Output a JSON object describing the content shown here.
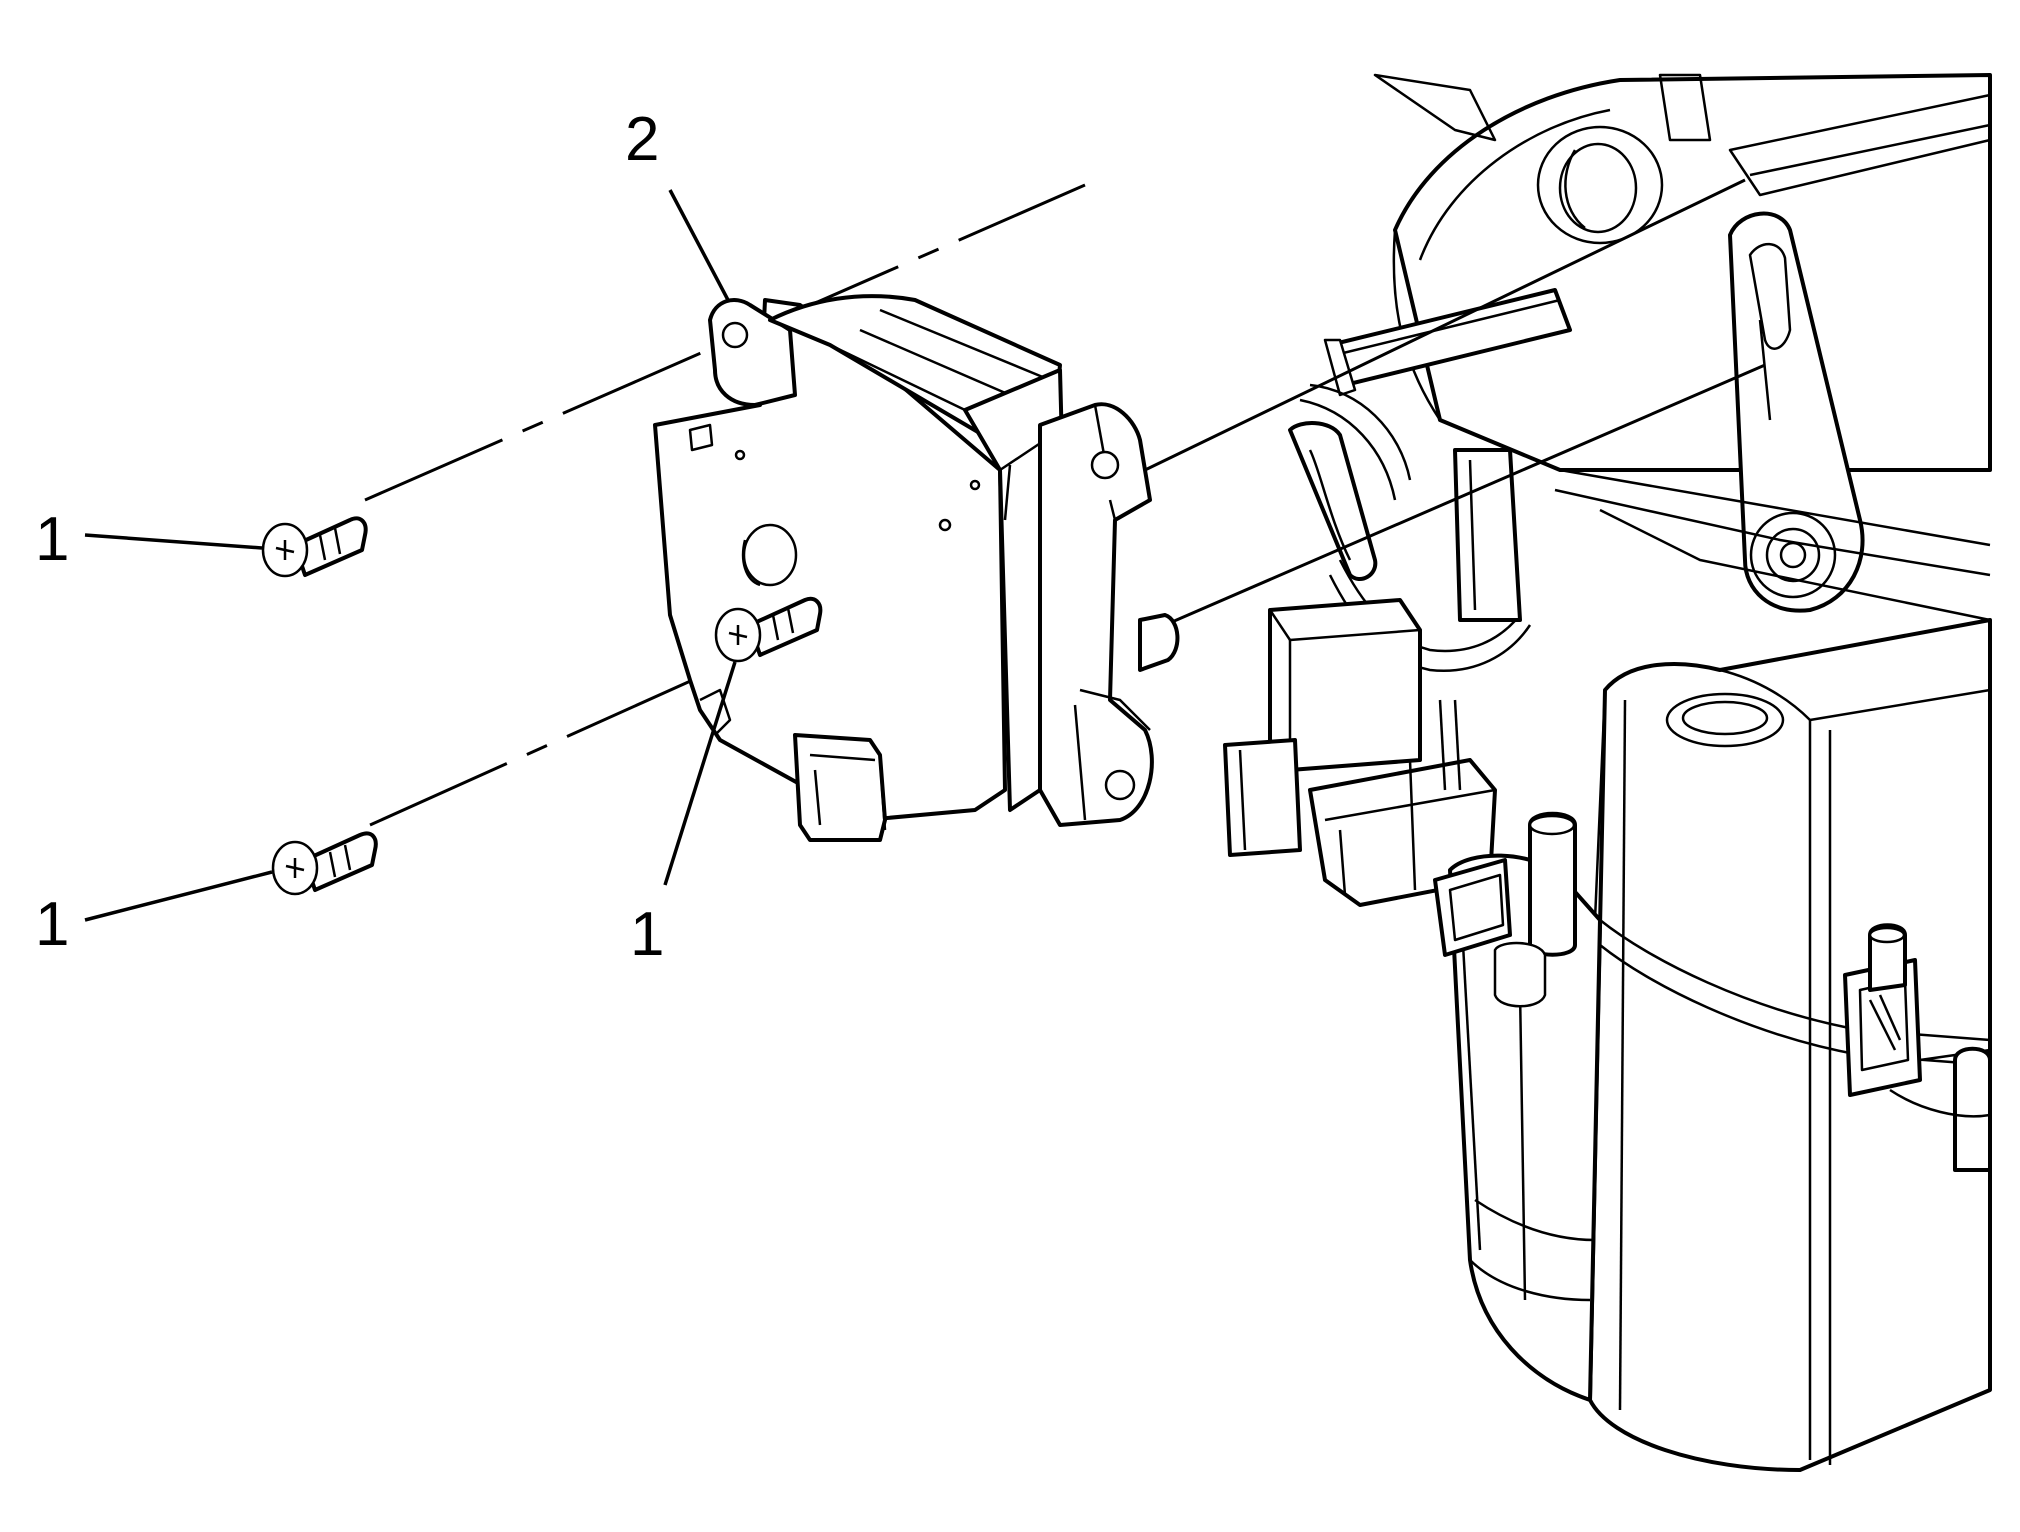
{
  "diagram": {
    "callouts": [
      {
        "id": "screw-upper-left",
        "label": "1"
      },
      {
        "id": "screw-lower-left",
        "label": "1"
      },
      {
        "id": "screw-center",
        "label": "1"
      },
      {
        "id": "actuator",
        "label": "2"
      }
    ]
  }
}
